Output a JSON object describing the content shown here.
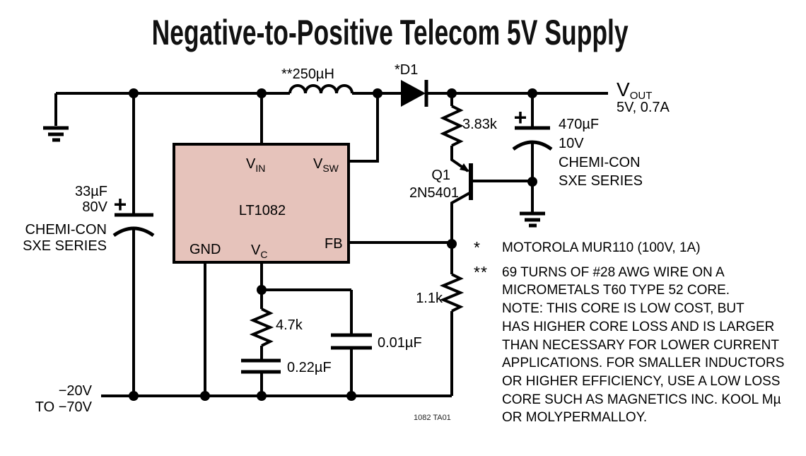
{
  "title": "Negative-to-Positive Telecom 5V Supply",
  "schematic": {
    "inductor_label": "**250µH",
    "diode_label": "*D1",
    "r_top": "3.83k",
    "q1_ref": "Q1",
    "q1_part": "2N5401",
    "r_vc": "4.7k",
    "c_vc": "0.22µF",
    "c_fb": "0.01µF",
    "r_fb": "1.1k",
    "vout_main": "V",
    "vout_sub": "OUT",
    "vout_rating": "5V, 0.7A",
    "vin_line1": "−20V",
    "vin_line2": "TO −70V",
    "fig_id": "1082 TA01",
    "ic": {
      "part": "LT1082",
      "vin_main": "V",
      "vin_sub": "IN",
      "vsw_main": "V",
      "vsw_sub": "SW",
      "gnd": "GND",
      "vc_main": "V",
      "vc_sub": "C",
      "fb": "FB"
    },
    "c_out": {
      "plus": "+",
      "value": "470µF",
      "voltage": "10V",
      "mfr": "CHEMI-CON",
      "series": "SXE SERIES"
    },
    "c_in": {
      "plus": "+",
      "value": "33µF",
      "voltage": "80V",
      "mfr": "CHEMI-CON",
      "series": "SXE SERIES"
    }
  },
  "notes": [
    {
      "bullet": "*",
      "lines": [
        "MOTOROLA MUR110 (100V, 1A)"
      ]
    },
    {
      "bullet": "**",
      "lines": [
        "69 TURNS OF #28 AWG WIRE ON A",
        "MICROMETALS T60 TYPE 52 CORE.",
        "NOTE: THIS CORE IS LOW COST, BUT",
        "HAS HIGHER CORE LOSS AND IS LARGER",
        "THAN NECESSARY FOR LOWER CURRENT",
        "APPLICATIONS. FOR SMALLER INDUCTORS",
        "OR HIGHER EFFICIENCY, USE A LOW LOSS",
        "CORE SUCH AS MAGNETICS INC. KOOL Mµ",
        "OR MOLYPERMALLOY."
      ]
    }
  ],
  "colors": {
    "ic_fill": "#e6c3bb",
    "wire": "#000000",
    "background": "#ffffff"
  }
}
